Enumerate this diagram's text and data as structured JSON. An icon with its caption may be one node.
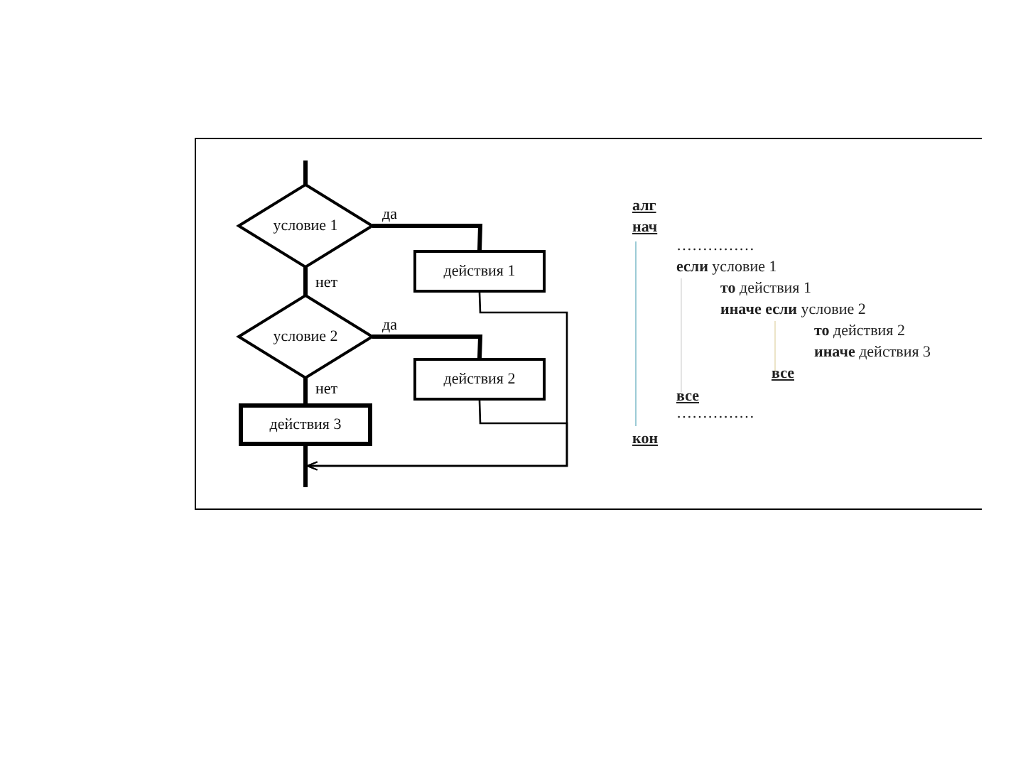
{
  "diagram": {
    "nodes": [
      {
        "text": [
          "условие 1"
        ]
      },
      {
        "text": [
          "действия 1"
        ]
      },
      {
        "text": [
          "условие 2"
        ]
      },
      {
        "text": [
          "действия 2"
        ]
      },
      {
        "text": [
          "действия 3"
        ]
      }
    ],
    "edges": [
      {
        "from": null,
        "to": 0,
        "arrow": "none"
      },
      {
        "from": 0,
        "to": 1,
        "arrow": "none",
        "label": "да"
      },
      {
        "from": 0,
        "to": 2,
        "arrow": "none",
        "label": "нет"
      },
      {
        "from": 2,
        "to": 3,
        "arrow": "none",
        "label": "да"
      },
      {
        "from": 2,
        "to": 4,
        "arrow": "none",
        "label": "нет"
      },
      {
        "from": 1,
        "to": 4,
        "arrow": "to"
      },
      {
        "from": 3,
        "to": 4,
        "arrow": "to"
      },
      {
        "from": 4,
        "to": null,
        "arrow": "none"
      }
    ],
    "labels": [
      "алг",
      "нач",
      "……………",
      "**если** условие 1",
      "**то** действия 1",
      "**иначе** **если** условие 2",
      "**то** действия 2",
      "**иначе** действия 3",
      "все",
      "все",
      "……………",
      "кон"
    ]
  }
}
